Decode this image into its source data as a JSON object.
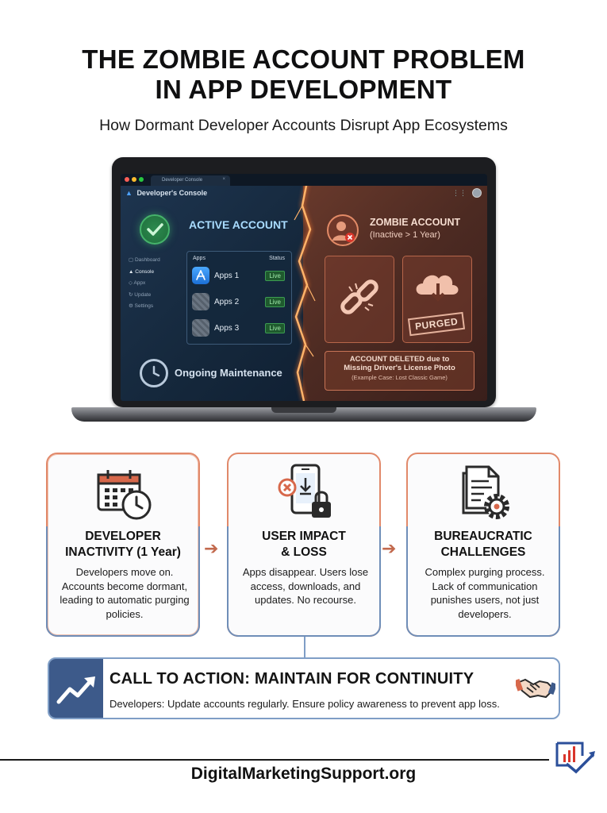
{
  "header": {
    "title_line1": "THE ZOMBIE ACCOUNT PROBLEM",
    "title_line2": "IN APP DEVELOPMENT",
    "subtitle": "How Dormant Developer Accounts Disrupt App Ecosystems"
  },
  "console": {
    "tab_label": "Developer Console",
    "header_title": "Developer's Console",
    "active_title": "ACTIVE ACCOUNT",
    "nav": [
      "Dashboard",
      "Console",
      "Appx",
      "Update",
      "Settings"
    ],
    "apps_header": "Apps",
    "status_header": "Status",
    "apps": [
      {
        "name": "Apps 1",
        "status": "Live"
      },
      {
        "name": "Apps 2",
        "status": "Live"
      },
      {
        "name": "Apps 3",
        "status": "Live"
      }
    ],
    "maintenance": "Ongoing Maintenance",
    "zombie_title": "ZOMBIE ACCOUNT",
    "zombie_sub": "(Inactive > 1 Year)",
    "purged": "PURGED",
    "deleted_line1": "ACCOUNT DELETED due to",
    "deleted_line2": "Missing Driver's License Photo",
    "deleted_line3": "(Example Case: Lost Classic Game)"
  },
  "cards": [
    {
      "title_line1": "DEVELOPER",
      "title_line2": "INACTIVITY (1 Year)",
      "body": "Developers move on. Accounts become dormant, leading to automatic purging policies.",
      "icon": "calendar-clock-icon"
    },
    {
      "title_line1": "USER IMPACT",
      "title_line2": "& LOSS",
      "body": "Apps disappear. Users lose access, downloads, and updates. No recourse.",
      "icon": "phone-lock-icon"
    },
    {
      "title_line1": "BUREAUCRATIC",
      "title_line2": "CHALLENGES",
      "body": "Complex purging process. Lack of communication punishes users, not just developers.",
      "icon": "document-gear-icon"
    }
  ],
  "cta": {
    "title": "CALL TO ACTION: MAINTAIN FOR CONTINUITY",
    "body": "Developers: Update accounts regularly. Ensure policy awareness to prevent app loss."
  },
  "footer": {
    "site": "DigitalMarketingSupport.org"
  },
  "colors": {
    "accent_orange": "#e1896a",
    "accent_blue": "#3d5a8a",
    "live_green": "#3c9c52"
  }
}
